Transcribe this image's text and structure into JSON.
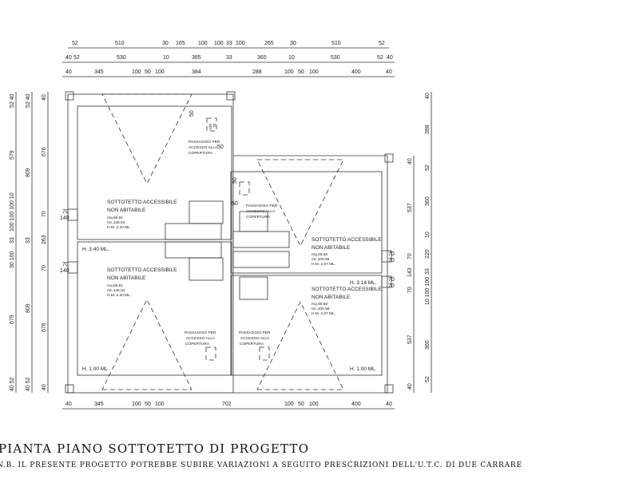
{
  "title": "PIANTA PIANO SOTTOTETTO DI PROGETTO",
  "note": "N.B. IL PRESENTE PROGETTO POTREBBE SUBIRE VARIAZIONI A SEGUITO PRESCRIZIONI DELL'U.T.C. DI DUE CARRARE",
  "dims": {
    "top1": [
      "52",
      "510",
      "30",
      "165",
      "100",
      "100",
      "33",
      "100",
      "265",
      "30",
      "510",
      "52"
    ],
    "top2": [
      "40",
      "52",
      "530",
      "10",
      "365",
      "33",
      "365",
      "10",
      "530",
      "52",
      "40"
    ],
    "top3": [
      "40",
      "345",
      "100",
      "50",
      "100",
      "384",
      "288",
      "100",
      "50",
      "100",
      "400",
      "40"
    ],
    "bottom": [
      "40",
      "345",
      "100",
      "50",
      "100",
      "702",
      "100",
      "50",
      "100",
      "400",
      "40"
    ],
    "left1": [
      "52 40",
      "579",
      "100 100 100 10",
      "33",
      "30 100",
      "679",
      "40 52"
    ],
    "left2": [
      "52 40",
      "809",
      "33",
      "809",
      "40 52"
    ],
    "left3": [
      "40",
      "676",
      "70",
      "263",
      "70",
      "676",
      "40"
    ],
    "left_small": [
      "70",
      "140",
      "70",
      "140"
    ],
    "right1": [
      "40",
      "537",
      "70",
      "143",
      "70",
      "537",
      "40"
    ],
    "right2": [
      "40",
      "398",
      "52",
      "360",
      "10",
      "220",
      "33",
      "10 100 100",
      "360",
      "52"
    ],
    "right_small": [
      "70",
      "70",
      "70",
      "70"
    ],
    "inner": [
      "50",
      "50",
      "50",
      "50"
    ]
  },
  "rooms": [
    {
      "name": "SOTTOTETTO ACCESSIBILE",
      "sub": "NON ABITABILE",
      "mq": "mq.66.61",
      "mc": "mc.146.54",
      "hm": "H.M. 2.20 ML."
    },
    {
      "name": "SOTTOTETTO ACCESSIBILE",
      "sub": "NON ABITABILE",
      "mq": "mq.66.61",
      "mc": "mc.146.54",
      "hm": "H.M. 2.20 ML."
    },
    {
      "name": "SOTTOTETTO ACCESSIBILE",
      "sub": "NON ABITABILE",
      "mq": "mq.48.58",
      "mc": "mc.100.56",
      "hm": "H.M. 2.07 ML."
    },
    {
      "name": "SOTTOTETTO ACCESSIBILE",
      "sub": "NON ABITABILE",
      "mq": "mq.48.58",
      "mc": "mc.100.56",
      "hm": "H.M. 2.07 ML."
    }
  ],
  "heights": [
    "H. 3.40 ML.",
    "H. 1.00 ML",
    "H. 3.14 ML.",
    "H. 1.00 ML"
  ],
  "passaggio": {
    "l1": "PASSAGGIO PER",
    "l2": "ACCESSO ALLA",
    "l3": "COPERTURA"
  },
  "hatch": {
    "a": "100",
    "b": "70"
  }
}
